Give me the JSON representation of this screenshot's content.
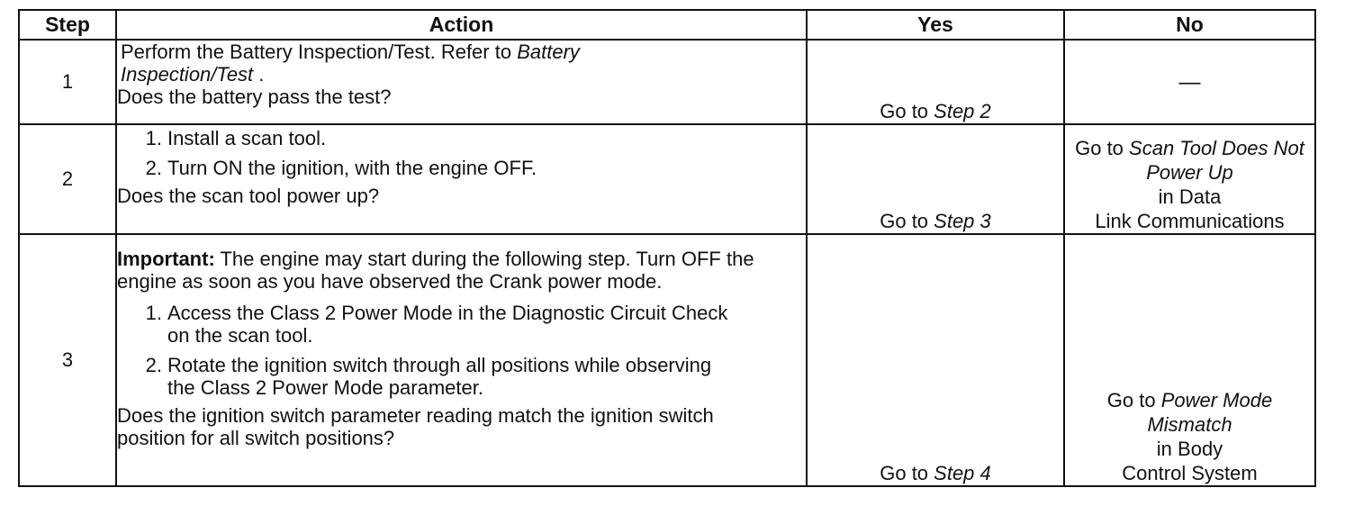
{
  "headers": {
    "step": "Step",
    "action": "Action",
    "yes": "Yes",
    "no": "No"
  },
  "rows": [
    {
      "step": "1",
      "action": {
        "text_a": "Perform the Battery Inspection/Test. Refer to ",
        "ref": "Battery Inspection/Test",
        "text_b": " .",
        "question": "Does the battery pass the test?"
      },
      "yes": {
        "prefix": "Go to ",
        "target": "Step 2"
      },
      "no": {
        "text": "—"
      }
    },
    {
      "step": "2",
      "action": {
        "substeps": [
          {
            "num": "1.",
            "text": "Install a scan tool."
          },
          {
            "num": "2.",
            "text": "Turn ON the ignition, with the engine OFF."
          }
        ],
        "question": "Does the scan tool power up?"
      },
      "yes": {
        "prefix": "Go to ",
        "target": "Step 3"
      },
      "no": {
        "prefix": "Go to ",
        "target": "Scan Tool Does Not Power Up",
        "suffix1": "in Data",
        "suffix2": "Link Communications"
      }
    },
    {
      "step": "3",
      "action": {
        "important_label": "Important:",
        "important_text": " The engine may start during the following step. Turn OFF the engine as soon as you have observed the Crank power mode.",
        "substeps": [
          {
            "num": "1.",
            "text": "Access the Class 2 Power Mode in the Diagnostic Circuit Check on the scan tool."
          },
          {
            "num": "2.",
            "text": "Rotate the ignition switch through all positions while observing the Class 2 Power Mode parameter."
          }
        ],
        "question": "Does the ignition switch parameter reading match the ignition switch position for all switch positions?"
      },
      "yes": {
        "prefix": "Go to ",
        "target": "Step 4"
      },
      "no": {
        "prefix": "Go to ",
        "target": "Power Mode Mismatch",
        "suffix1": "in Body",
        "suffix2": "Control System"
      }
    }
  ]
}
